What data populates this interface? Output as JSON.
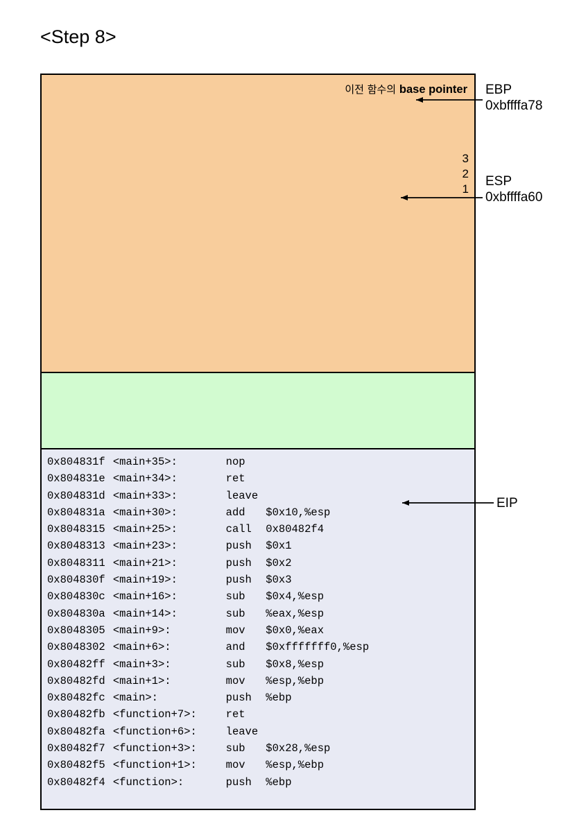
{
  "title": "<Step 8>",
  "colors": {
    "saved_frame_band": "#f8cd9c",
    "locals_band": "#d2fbd0",
    "code_band": "#e8eaf4",
    "border": "#000000",
    "text": "#000000"
  },
  "stack": {
    "base_pointer_note_kr": "이전 함수의 ",
    "base_pointer_note_en": "base pointer",
    "pushed_args": [
      "3",
      "2",
      "1"
    ]
  },
  "registers": {
    "ebp": {
      "name": "EBP",
      "address": "0xbffffa78"
    },
    "esp": {
      "name": "ESP",
      "address": "0xbffffa60"
    },
    "eip": {
      "name": "EIP"
    }
  },
  "disassembly": {
    "lines": [
      {
        "address": "0x804831f",
        "symbol": "<main+35>:",
        "mnemonic": "nop",
        "operands": ""
      },
      {
        "address": "0x804831e",
        "symbol": "<main+34>:",
        "mnemonic": "ret",
        "operands": ""
      },
      {
        "address": "0x804831d",
        "symbol": "<main+33>:",
        "mnemonic": "leave",
        "operands": ""
      },
      {
        "address": "0x804831a",
        "symbol": "<main+30>:",
        "mnemonic": "add",
        "operands": "$0x10,%esp"
      },
      {
        "address": "0x8048315",
        "symbol": "<main+25>:",
        "mnemonic": "call",
        "operands": "0x80482f4"
      },
      {
        "address": "0x8048313",
        "symbol": "<main+23>:",
        "mnemonic": "push",
        "operands": "$0x1"
      },
      {
        "address": "0x8048311",
        "symbol": "<main+21>:",
        "mnemonic": "push",
        "operands": "$0x2"
      },
      {
        "address": "0x804830f",
        "symbol": "<main+19>:",
        "mnemonic": "push",
        "operands": "$0x3"
      },
      {
        "address": "0x804830c",
        "symbol": "<main+16>:",
        "mnemonic": "sub",
        "operands": "$0x4,%esp"
      },
      {
        "address": "0x804830a",
        "symbol": "<main+14>:",
        "mnemonic": "sub",
        "operands": "%eax,%esp"
      },
      {
        "address": "0x8048305",
        "symbol": "<main+9>:",
        "mnemonic": "mov",
        "operands": "$0x0,%eax"
      },
      {
        "address": "0x8048302",
        "symbol": "<main+6>:",
        "mnemonic": "and",
        "operands": "$0xfffffff0,%esp"
      },
      {
        "address": "0x80482ff",
        "symbol": "<main+3>:",
        "mnemonic": "sub",
        "operands": "$0x8,%esp"
      },
      {
        "address": "0x80482fd",
        "symbol": "<main+1>:",
        "mnemonic": "mov",
        "operands": "%esp,%ebp"
      },
      {
        "address": "0x80482fc",
        "symbol": "<main>:",
        "mnemonic": "push",
        "operands": "%ebp"
      },
      {
        "address": "0x80482fb",
        "symbol": "<function+7>:",
        "mnemonic": "ret",
        "operands": ""
      },
      {
        "address": "0x80482fa",
        "symbol": "<function+6>:",
        "mnemonic": "leave",
        "operands": ""
      },
      {
        "address": "0x80482f7",
        "symbol": "<function+3>:",
        "mnemonic": "sub",
        "operands": "$0x28,%esp"
      },
      {
        "address": "0x80482f5",
        "symbol": "<function+1>:",
        "mnemonic": "mov",
        "operands": "%esp,%ebp"
      },
      {
        "address": "0x80482f4",
        "symbol": "<function>:",
        "mnemonic": "push",
        "operands": "%ebp"
      }
    ]
  }
}
